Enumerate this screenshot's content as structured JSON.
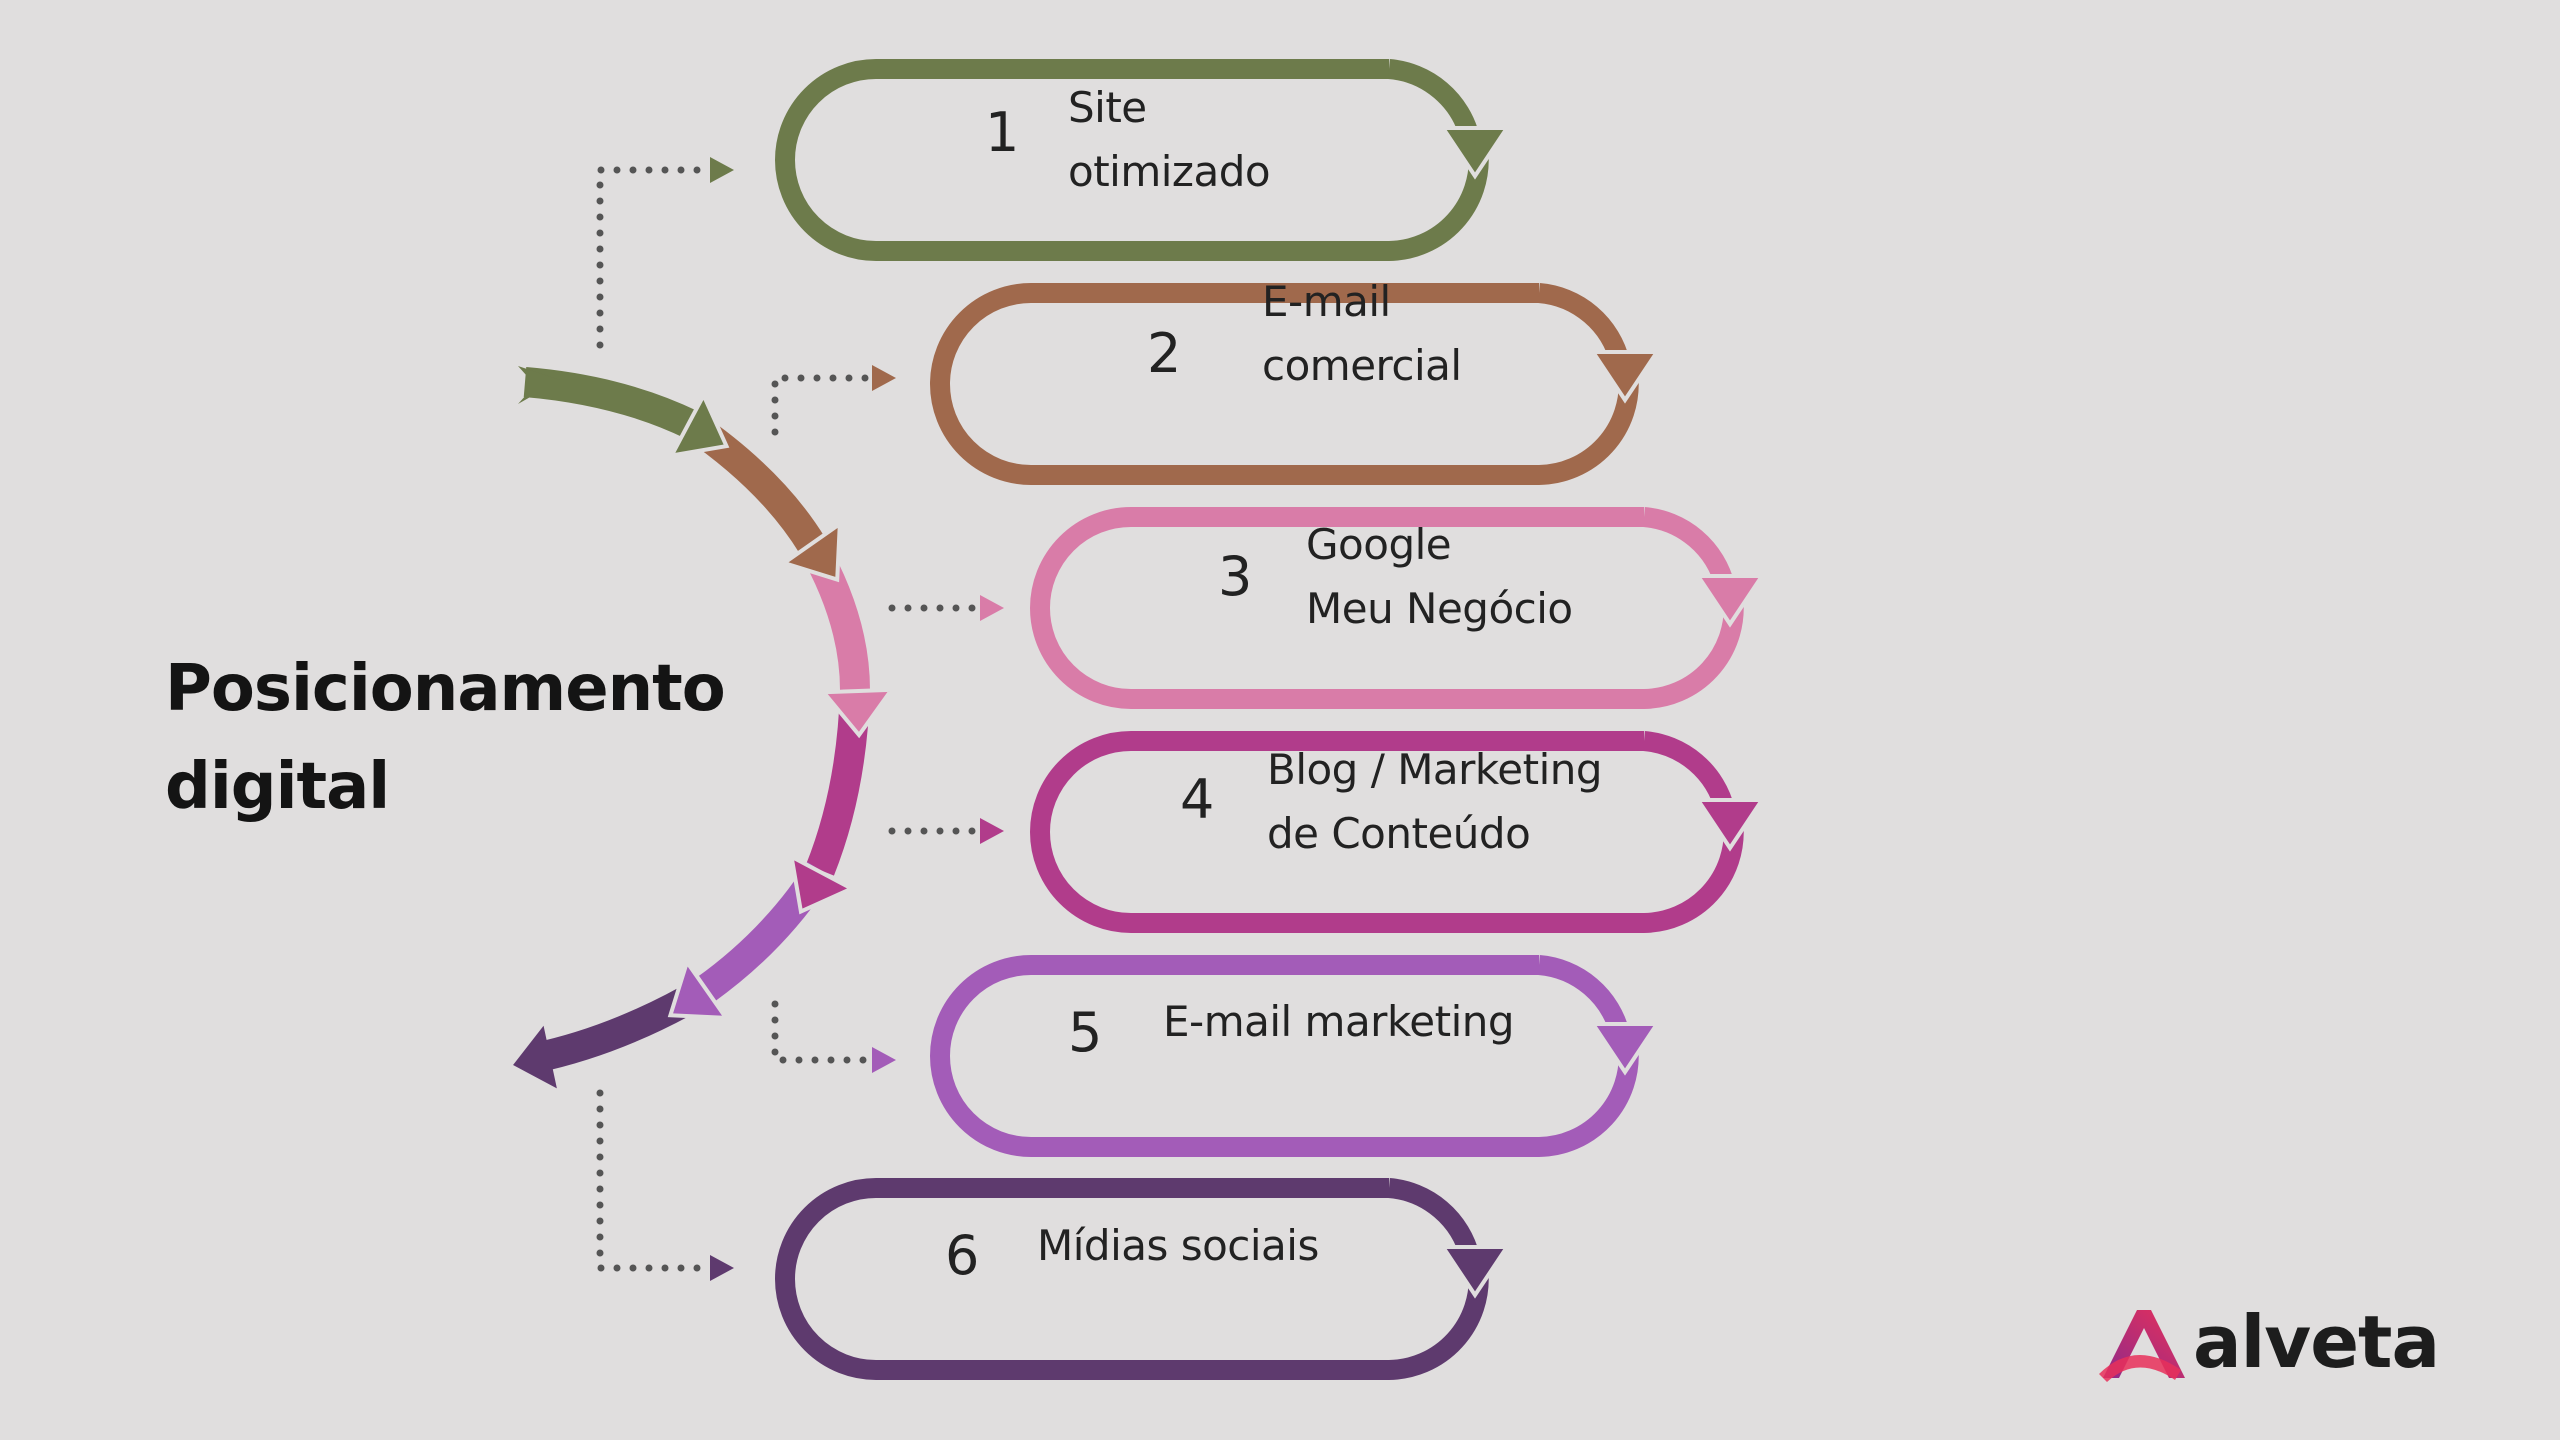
{
  "title": [
    "Posicionamento",
    "digital"
  ],
  "steps": [
    {
      "num": "1",
      "lines": [
        "Site",
        "otimizado"
      ],
      "color": "#6d7b4b"
    },
    {
      "num": "2",
      "lines": [
        "E-mail",
        "comercial"
      ],
      "color": "#a0694c"
    },
    {
      "num": "3",
      "lines": [
        "Google",
        "Meu Negócio"
      ],
      "color": "#d97ca8"
    },
    {
      "num": "4",
      "lines": [
        "Blog / Marketing",
        "de Conteúdo"
      ],
      "color": "#b13c8b"
    },
    {
      "num": "5",
      "lines": [
        "E-mail marketing"
      ],
      "color": "#a35cb8"
    },
    {
      "num": "6",
      "lines": [
        "Mídias sociais"
      ],
      "color": "#5e3a6e"
    }
  ],
  "colors": {
    "background": "#e0dede",
    "dots": "#555555"
  },
  "logo": {
    "text": "alveta"
  }
}
